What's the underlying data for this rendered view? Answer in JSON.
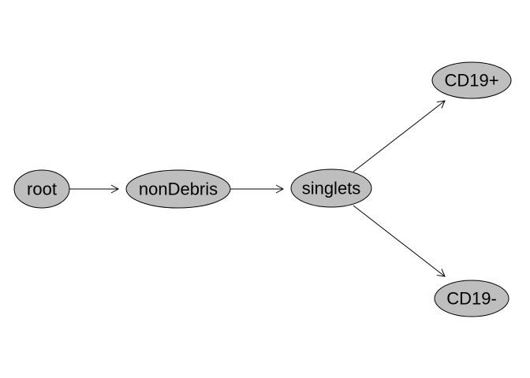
{
  "diagram": {
    "type": "gating-hierarchy",
    "node_fill": "#bebebe",
    "stroke_color": "#000000",
    "nodes": {
      "root": {
        "label": "root"
      },
      "nondebris": {
        "label": "nonDebris"
      },
      "singlets": {
        "label": "singlets"
      },
      "cd19pos": {
        "label": "CD19+"
      },
      "cd19neg": {
        "label": "CD19-"
      }
    },
    "edges": [
      {
        "from": "root",
        "to": "nonDebris"
      },
      {
        "from": "nonDebris",
        "to": "singlets"
      },
      {
        "from": "singlets",
        "to": "CD19+"
      },
      {
        "from": "singlets",
        "to": "CD19-"
      }
    ]
  }
}
